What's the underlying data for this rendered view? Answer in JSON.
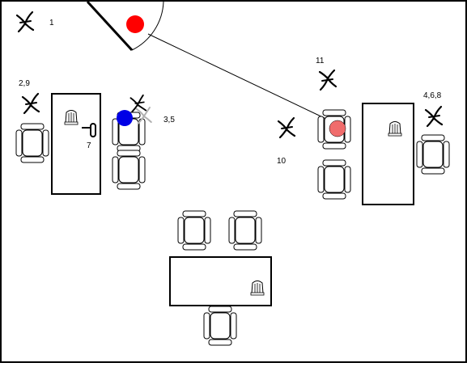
{
  "labels": {
    "position_1": "1",
    "position_2_9": "2,9",
    "position_3_5": "3,5",
    "position_4_6_8": "4,6,8",
    "position_7": "7",
    "position_10": "10",
    "position_11": "11"
  },
  "colors": {
    "wall": "#000000",
    "camera_red": "#ff0000",
    "target_pink": "#f06c6c",
    "marker_blue": "#0000e6",
    "person_gray": "#b0b0b0"
  },
  "icons": [
    "person-icon",
    "chair-icon",
    "desk-icon",
    "telephone-icon",
    "door-icon",
    "camera-marker-icon",
    "target-marker-icon",
    "blue-marker-icon"
  ]
}
